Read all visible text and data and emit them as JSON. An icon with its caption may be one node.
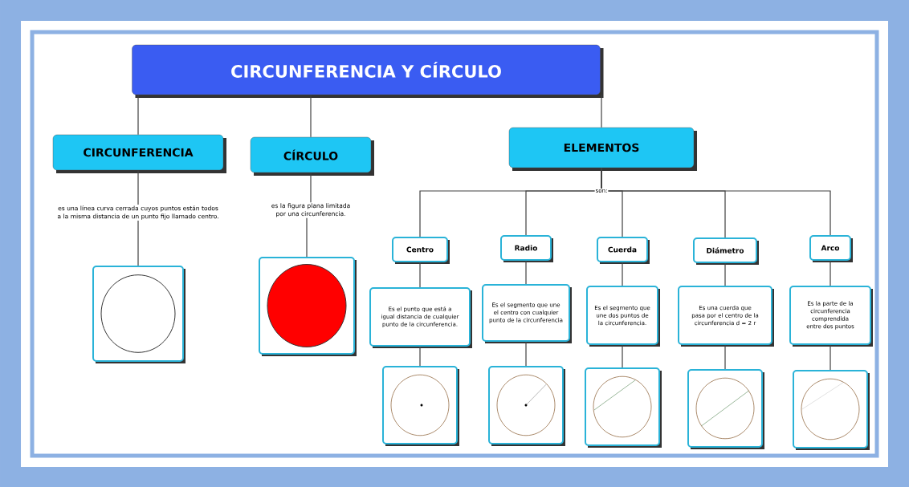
{
  "diagram": {
    "nodes": [
      {
        "text": [
          "CIRCUNFERENCIA Y CÍRCULO"
        ]
      },
      {
        "text": [
          "CIRCUNFERENCIA"
        ]
      },
      {
        "text": [
          "CÍRCULO"
        ]
      },
      {
        "text": [
          "ELEMENTOS"
        ]
      },
      {
        "text": [
          "es una línea curva cerrada cuyos puntos están todos a la misma distancia de un punto fijo llamado centro."
        ]
      },
      {
        "text": [
          "es la figura plana limitada por una circunferencia."
        ]
      },
      {
        "text": [],
        "shape": "picture"
      },
      {
        "text": [],
        "shape": "picture"
      },
      {
        "text": [
          "Centro"
        ]
      },
      {
        "text": [
          "Radio"
        ]
      },
      {
        "text": [
          "Cuerda"
        ]
      },
      {
        "text": [
          "Diámetro"
        ]
      },
      {
        "text": [
          "Arco"
        ]
      },
      {
        "text": [
          "Es el punto que está a igual distancia de cualquier punto de la circunferencia."
        ]
      },
      {
        "text": [
          "Es el segmento que une el centro con cualquier punto de la circunferencia"
        ]
      },
      {
        "text": [
          "Es el segmento que une dos puntos de la circunferencia."
        ]
      },
      {
        "text": [
          "Es una cuerda que pasa por el centro de la circunferencia d = 2 r"
        ]
      },
      {
        "text": [
          "Es la parte de la circunferencia comprendida entre dos puntos"
        ]
      },
      {
        "text": [],
        "shape": "picture"
      },
      {
        "text": [],
        "shape": "picture"
      },
      {
        "text": [],
        "shape": "picture"
      },
      {
        "text": [],
        "shape": "picture"
      },
      {
        "text": [],
        "shape": "picture"
      }
    ],
    "edges": [
      {
        "from": 0,
        "to": 1,
        "arrow": "none"
      },
      {
        "from": 0,
        "to": 2,
        "arrow": "none"
      },
      {
        "from": 0,
        "to": 3,
        "arrow": "none"
      },
      {
        "from": 1,
        "to": 4,
        "arrow": "none"
      },
      {
        "from": 4,
        "to": 6,
        "arrow": "none"
      },
      {
        "from": 2,
        "to": 5,
        "arrow": "none"
      },
      {
        "from": 5,
        "to": 7,
        "arrow": "none"
      },
      {
        "from": 3,
        "to": 8,
        "arrow": "none"
      },
      {
        "from": 3,
        "to": 9,
        "arrow": "none"
      },
      {
        "from": 3,
        "to": 10,
        "arrow": "none"
      },
      {
        "from": 3,
        "to": 11,
        "arrow": "none"
      },
      {
        "from": 3,
        "to": 12,
        "arrow": "none"
      },
      {
        "from": 8,
        "to": 13,
        "arrow": "none"
      },
      {
        "from": 9,
        "to": 14,
        "arrow": "none"
      },
      {
        "from": 10,
        "to": 15,
        "arrow": "none"
      },
      {
        "from": 11,
        "to": 16,
        "arrow": "none"
      },
      {
        "from": 12,
        "to": 17,
        "arrow": "none"
      },
      {
        "from": 13,
        "to": 18,
        "arrow": "none"
      },
      {
        "from": 14,
        "to": 19,
        "arrow": "none"
      },
      {
        "from": 15,
        "to": 20,
        "arrow": "none"
      },
      {
        "from": 16,
        "to": 21,
        "arrow": "none"
      },
      {
        "from": 17,
        "to": 22,
        "arrow": "none"
      }
    ],
    "labels": [
      "son:"
    ]
  }
}
